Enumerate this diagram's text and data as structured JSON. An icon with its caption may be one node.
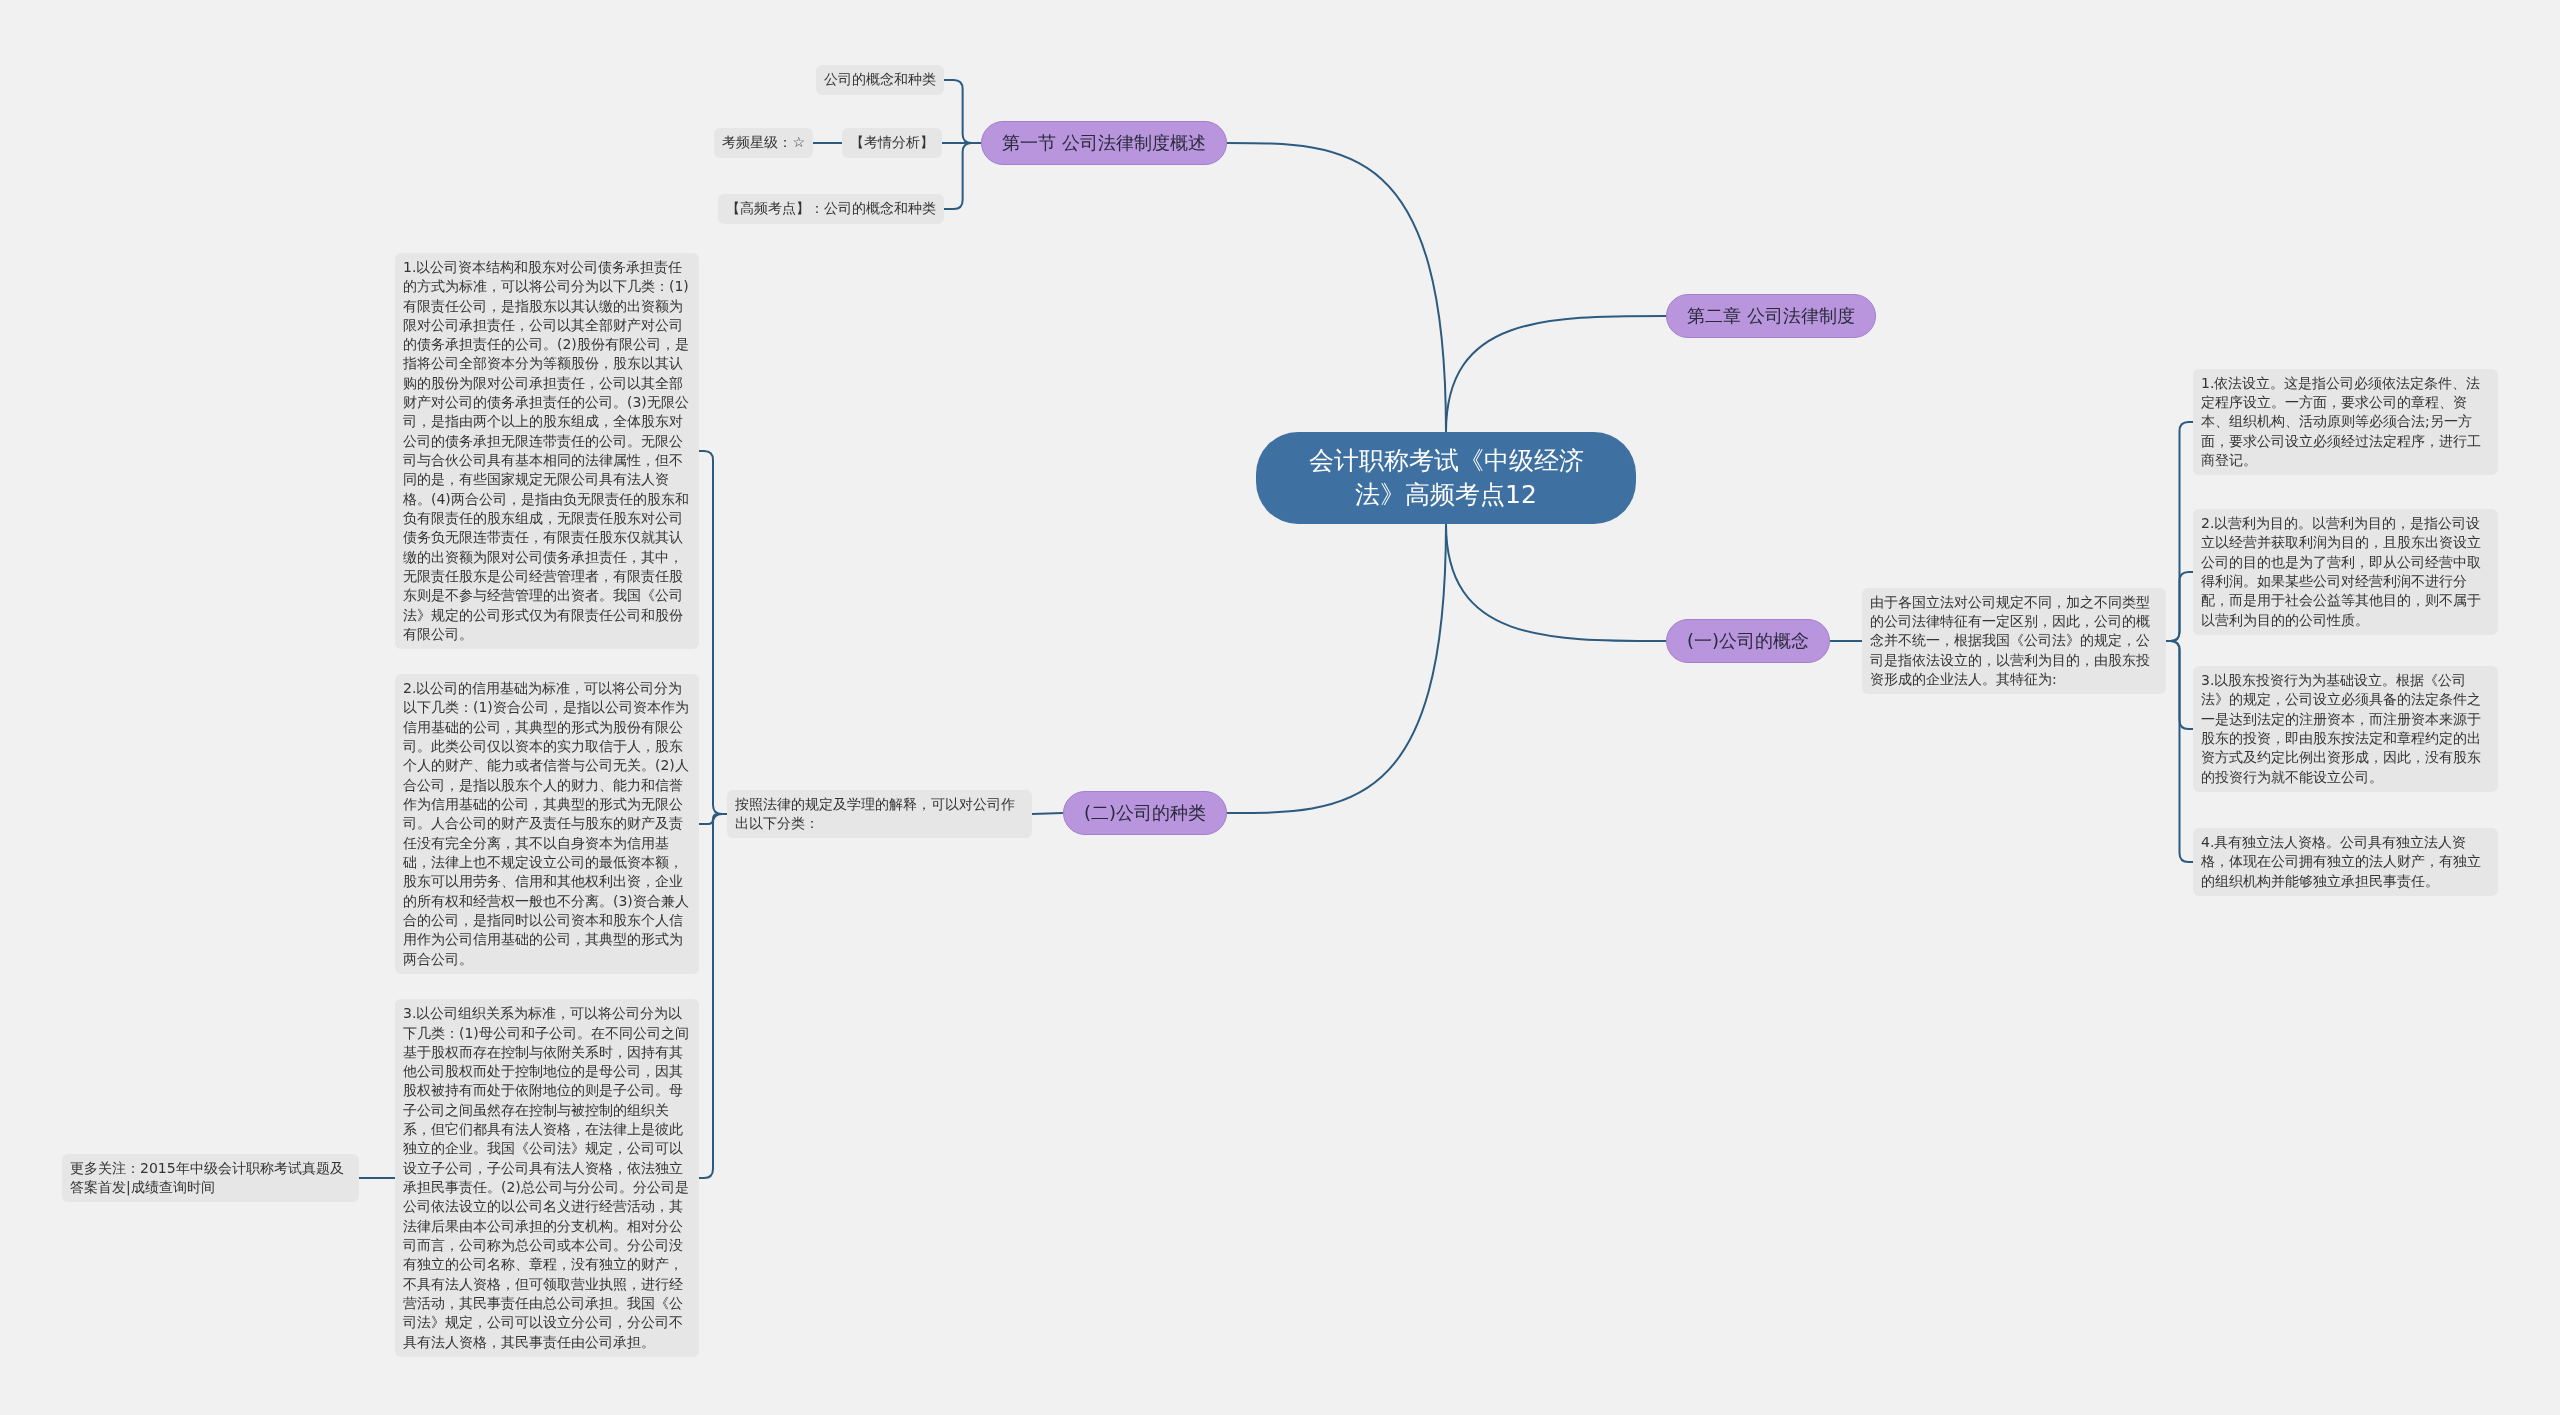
{
  "diagram": {
    "nodes": [
      {
        "text": [
          "会计职称考试《中级经济法》高频考点12"
        ]
      },
      {
        "text": [
          "第一节 公司法律制度概述"
        ]
      },
      {
        "text": [
          "公司的概念和种类"
        ]
      },
      {
        "text": [
          "【考情分析】"
        ]
      },
      {
        "text": [
          "考频星级：☆"
        ]
      },
      {
        "text": [
          "【高频考点】：公司的概念和种类"
        ]
      },
      {
        "text": [
          "第二章 公司法律制度"
        ]
      },
      {
        "text": [
          "(一)公司的概念"
        ]
      },
      {
        "text": [
          "由于各国立法对公司规定不同，加之不同类型的公司法律特征有一定区别，因此，公司的概念并不统一，根据我国《公司法》的规定，公司是指依法设立的，以营利为目的，由股东投资形成的企业法人。其特征为:"
        ]
      },
      {
        "text": [
          "1.依法设立。这是指公司必须依法定条件、法定程序设立。一方面，要求公司的章程、资本、组织机构、活动原则等必须合法;另一方面，要求公司设立必须经过法定程序，进行工商登记。"
        ]
      },
      {
        "text": [
          "2.以营利为目的。以营利为目的，是指公司设立以经营并获取利润为目的，且股东出资设立公司的目的也是为了营利，即从公司经营中取得利润。如果某些公司对经营利润不进行分配，而是用于社会公益等其他目的，则不属于以营利为目的的公司性质。"
        ]
      },
      {
        "text": [
          "3.以股东投资行为为基础设立。根据《公司法》的规定，公司设立必须具备的法定条件之一是达到法定的注册资本，而注册资本来源于股东的投资，即由股东按法定和章程约定的出资方式及约定比例出资形成，因此，没有股东的投资行为就不能设立公司。"
        ]
      },
      {
        "text": [
          "4.具有独立法人资格。公司具有独立法人资格，体现在公司拥有独立的法人财产，有独立的组织机构并能够独立承担民事责任。"
        ]
      },
      {
        "text": [
          "(二)公司的种类"
        ]
      },
      {
        "text": [
          "按照法律的规定及学理的解释，可以对公司作出以下分类："
        ]
      },
      {
        "text": [
          "1.以公司资本结构和股东对公司债务承担责任的方式为标准，可以将公司分为以下几类：(1)有限责任公司，是指股东以其认缴的出资额为限对公司承担责任，公司以其全部财产对公司的债务承担责任的公司。(2)股份有限公司，是指将公司全部资本分为等额股份，股东以其认购的股份为限对公司承担责任，公司以其全部财产对公司的债务承担责任的公司。(3)无限公司，是指由两个以上的股东组成，全体股东对公司的债务承担无限连带责任的公司。无限公司与合伙公司具有基本相同的法律属性，但不同的是，有些国家规定无限公司具有法人资格。(4)两合公司，是指由负无限责任的股东和负有限责任的股东组成，无限责任股东对公司债务负无限连带责任，有限责任股东仅就其认缴的出资额为限对公司债务承担责任，其中，无限责任股东是公司经营管理者，有限责任股东则是不参与经营管理的出资者。我国《公司法》规定的公司形式仅为有限责任公司和股份有限公司。"
        ]
      },
      {
        "text": [
          "2.以公司的信用基础为标准，可以将公司分为以下几类：(1)资合公司，是指以公司资本作为信用基础的公司，其典型的形式为股份有限公司。此类公司仅以资本的实力取信于人，股东个人的财产、能力或者信誉与公司无关。(2)人合公司，是指以股东个人的财力、能力和信誉作为信用基础的公司，其典型的形式为无限公司。人合公司的财产及责任与股东的财产及责任没有完全分离，其不以自身资本为信用基础，法律上也不规定设立公司的最低资本额，股东可以用劳务、信用和其他权利出资，企业的所有权和经营权一般也不分离。(3)资合兼人合的公司，是指同时以公司资本和股东个人信用作为公司信用基础的公司，其典型的形式为两合公司。"
        ]
      },
      {
        "text": [
          "3.以公司组织关系为标准，可以将公司分为以下几类：(1)母公司和子公司。在不同公司之间基于股权而存在控制与依附关系时，因持有其他公司股权而处于控制地位的是母公司，因其股权被持有而处于依附地位的则是子公司。母子公司之间虽然存在控制与被控制的组织关系，但它们都具有法人资格，在法律上是彼此独立的企业。我国《公司法》规定，公司可以设立子公司，子公司具有法人资格，依法独立承担民事责任。(2)总公司与分公司。分公司是公司依法设立的以公司名义进行经营活动，其法律后果由本公司承担的分支机构。相对分公司而言，公司称为总公司或本公司。分公司没有独立的公司名称、章程，没有独立的财产，不具有法人资格，但可领取营业执照，进行经营活动，其民事责任由总公司承担。我国《公司法》规定，公司可以设立分公司，分公司不具有法人资格，其民事责任由公司承担。"
        ]
      },
      {
        "text": [
          "更多关注：2015年中级会计职称考试真题及答案首发|成绩查询时间"
        ]
      }
    ],
    "edges": [
      {
        "from": 0,
        "to": 1,
        "arrow": "none"
      },
      {
        "from": 1,
        "to": 2,
        "arrow": "none"
      },
      {
        "from": 1,
        "to": 3,
        "arrow": "none"
      },
      {
        "from": 3,
        "to": 4,
        "arrow": "none"
      },
      {
        "from": 1,
        "to": 5,
        "arrow": "none"
      },
      {
        "from": 0,
        "to": 6,
        "arrow": "none"
      },
      {
        "from": 0,
        "to": 7,
        "arrow": "none"
      },
      {
        "from": 7,
        "to": 8,
        "arrow": "none"
      },
      {
        "from": 8,
        "to": 9,
        "arrow": "none"
      },
      {
        "from": 8,
        "to": 10,
        "arrow": "none"
      },
      {
        "from": 8,
        "to": 11,
        "arrow": "none"
      },
      {
        "from": 8,
        "to": 12,
        "arrow": "none"
      },
      {
        "from": 0,
        "to": 13,
        "arrow": "none"
      },
      {
        "from": 13,
        "to": 14,
        "arrow": "none"
      },
      {
        "from": 14,
        "to": 15,
        "arrow": "none"
      },
      {
        "from": 14,
        "to": 16,
        "arrow": "none"
      },
      {
        "from": 14,
        "to": 17,
        "arrow": "none"
      },
      {
        "from": 17,
        "to": 18,
        "arrow": "none"
      }
    ]
  }
}
